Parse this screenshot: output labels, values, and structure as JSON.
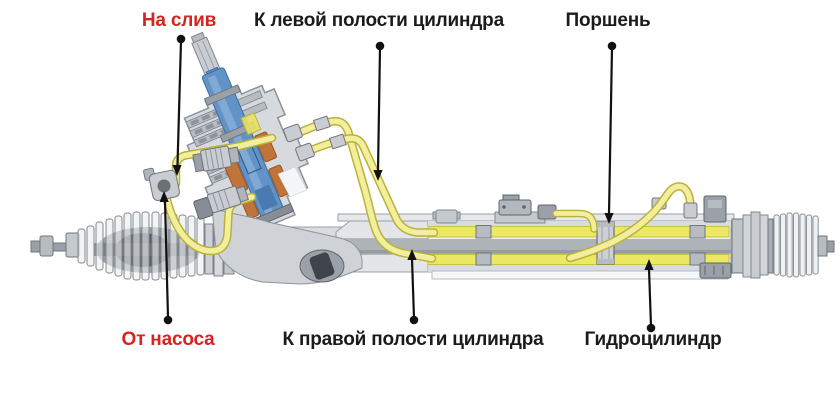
{
  "figure": {
    "callouts": {
      "top": [
        {
          "label": "На слив",
          "color": "red"
        },
        {
          "label": "К левой полости цилиндра",
          "color": "black"
        },
        {
          "label": "Поршень",
          "color": "black"
        }
      ],
      "bottom": [
        {
          "label": "От насоса",
          "color": "red"
        },
        {
          "label": "К правой полости цилиндра",
          "color": "black"
        },
        {
          "label": "Гидроцилиндр",
          "color": "black"
        }
      ]
    },
    "parts": [
      "drain-line",
      "pump-supply-fitting",
      "left-cylinder-chamber-line",
      "right-cylinder-chamber-line",
      "piston",
      "hydraulic-cylinder",
      "rotary-valve",
      "input-shaft",
      "steering-rack",
      "bellows-left",
      "bellows-right",
      "tie-rod-left",
      "tie-rod-right"
    ],
    "colors": {
      "label_red": "#d62420",
      "label_black": "#1b1b1b",
      "pipe_yellow": "#f2ee9c",
      "pipe_outline": "#b9b23a",
      "fluid_yellow": "#ece864",
      "valve_blue": "#6292c6",
      "seal_orange": "#c1743a",
      "housing_gray": "#d6dade",
      "rod_gray": "#aeb3b8",
      "background": "#ffffff",
      "arrow_black": "#111111"
    }
  }
}
